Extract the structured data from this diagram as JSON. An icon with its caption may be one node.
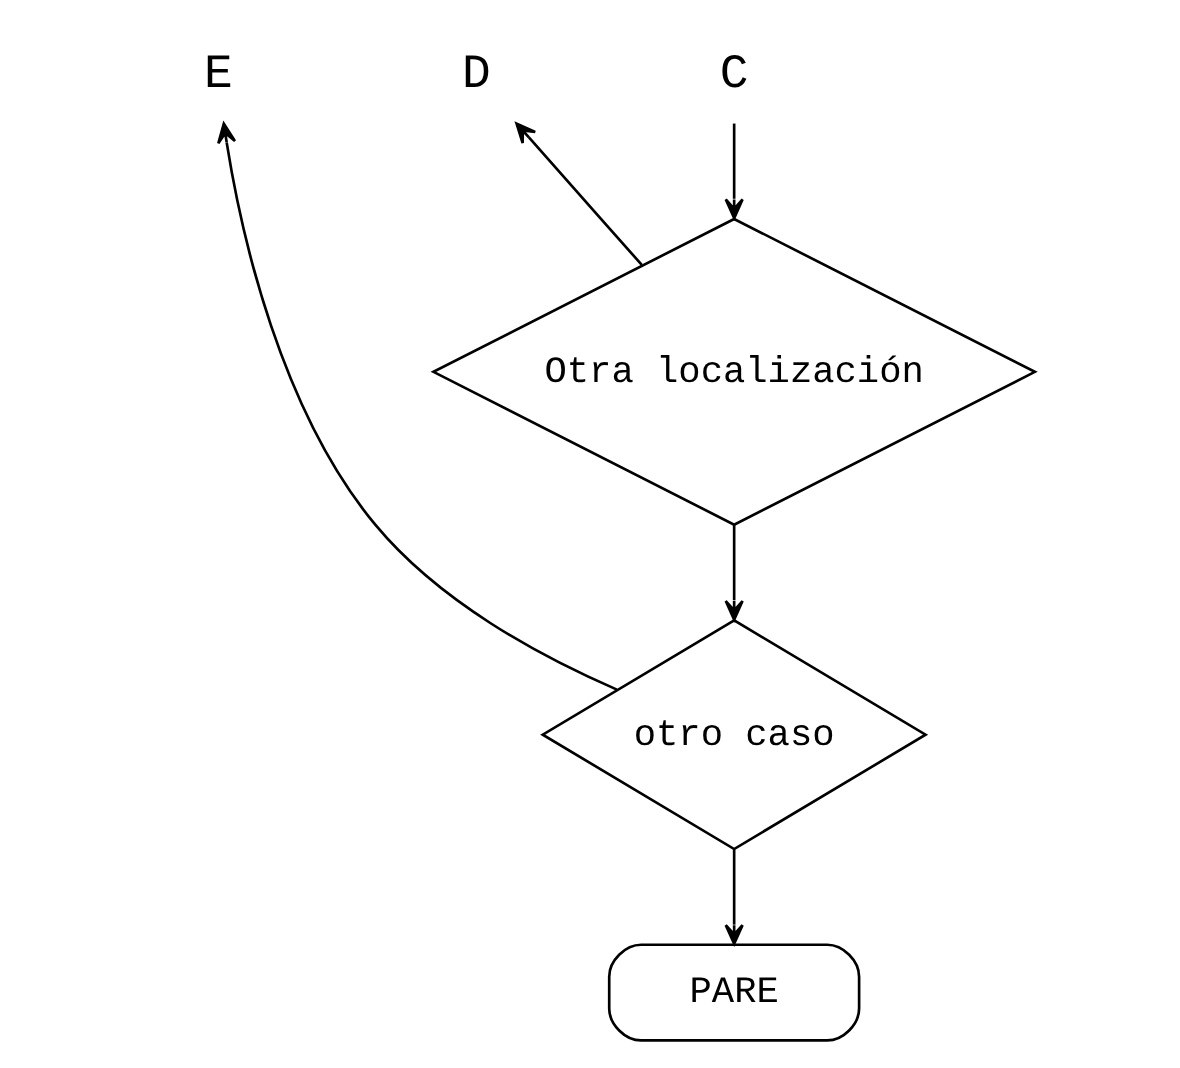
{
  "diagram": {
    "nodes": [
      {
        "text": [
          "E"
        ]
      },
      {
        "text": [
          "D"
        ]
      },
      {
        "text": [
          "C"
        ]
      },
      {
        "text": [
          "Otra localización"
        ]
      },
      {
        "text": [
          "otro caso"
        ]
      },
      {
        "text": [
          "PARE"
        ]
      }
    ],
    "edges": [
      {
        "from": 2,
        "to": 3,
        "arrow": "to"
      },
      {
        "from": 3,
        "to": 1,
        "arrow": "to"
      },
      {
        "from": 3,
        "to": 4,
        "arrow": "to"
      },
      {
        "from": 4,
        "to": 0,
        "arrow": "to"
      },
      {
        "from": 4,
        "to": 5,
        "arrow": "to"
      }
    ]
  }
}
